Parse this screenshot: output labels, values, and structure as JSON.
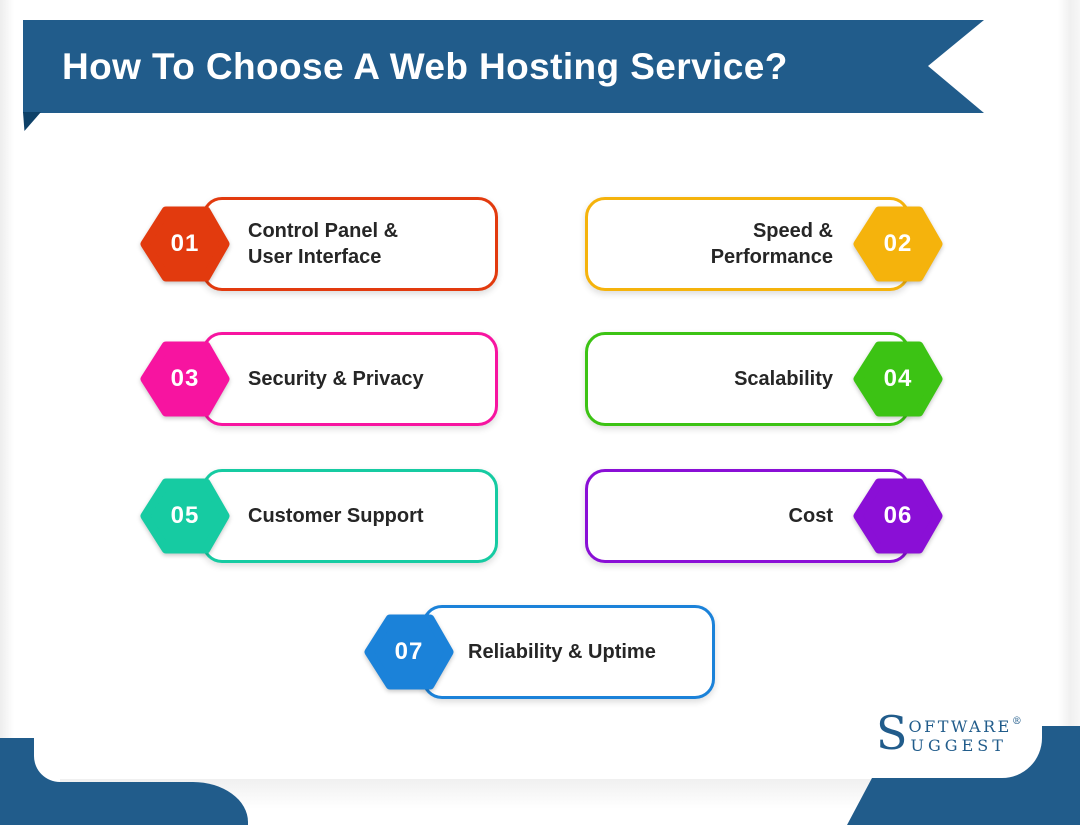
{
  "banner": {
    "title": "How To Choose A Web Hosting Service?"
  },
  "items": [
    {
      "number": "01",
      "lines": [
        "Control Panel &",
        "User Interface"
      ],
      "color": "#E23A0E",
      "side": "left"
    },
    {
      "number": "02",
      "lines": [
        "Speed &",
        "Performance"
      ],
      "color": "#F5B30C",
      "side": "right"
    },
    {
      "number": "03",
      "lines": [
        "Security & Privacy"
      ],
      "color": "#F714A0",
      "side": "left"
    },
    {
      "number": "04",
      "lines": [
        "Scalability"
      ],
      "color": "#3CC314",
      "side": "right"
    },
    {
      "number": "05",
      "lines": [
        "Customer Support"
      ],
      "color": "#16CBA2",
      "side": "left"
    },
    {
      "number": "06",
      "lines": [
        "Cost"
      ],
      "color": "#8A0FD6",
      "side": "right"
    },
    {
      "number": "07",
      "lines": [
        "Reliability & Uptime"
      ],
      "color": "#1B82D9",
      "side": "left"
    }
  ],
  "logo": {
    "initial": "S",
    "word1_rest": "OFTWARE",
    "registered": "®",
    "word2_rest": "UGGEST"
  },
  "theme": {
    "brand_blue": "#215C8B",
    "fold_navy": "#0E4168",
    "text_dark": "#262626"
  }
}
